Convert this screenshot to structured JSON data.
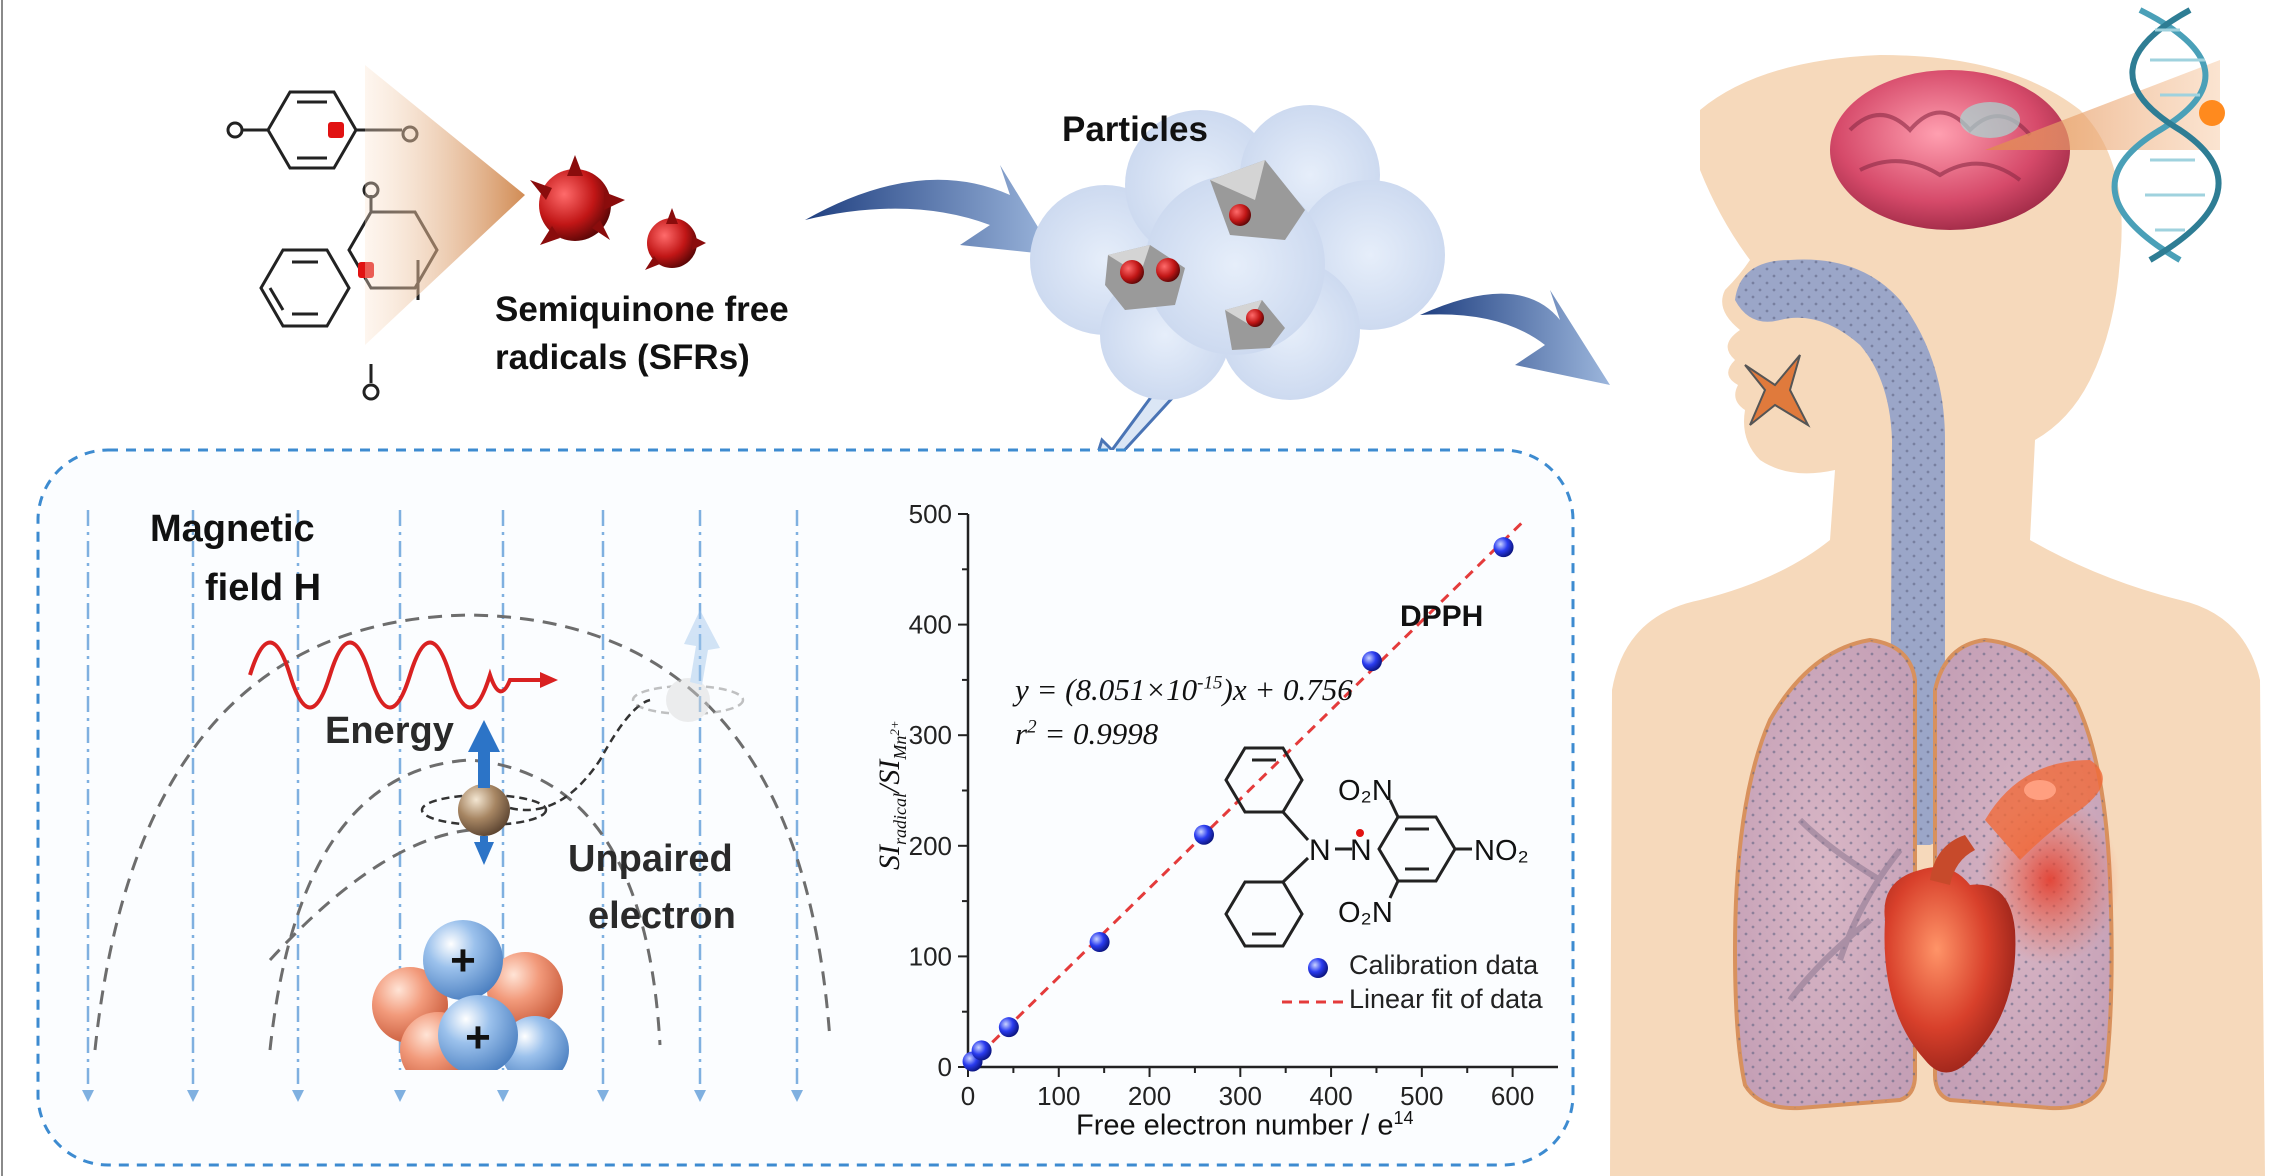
{
  "labels": {
    "sfr_line1": "Semiquinone free",
    "sfr_line2": "radicals (SFRs)",
    "particles": "Particles",
    "magnetic_line1": "Magnetic",
    "magnetic_line2": "field H",
    "energy": "Energy",
    "unpaired_line1": "Unpaired",
    "unpaired_line2": "electron",
    "o2n_top": "O₂N",
    "no2_right": "NO₂",
    "o2n_bottom": "O₂N",
    "n_atom_1": "N",
    "n_atom_2": "N"
  },
  "chart_data": {
    "type": "scatter",
    "xlabel": "Free electron number / e",
    "xlabel_exp": "14",
    "ylabel": "SI",
    "ylabel_sub1": "radical",
    "ylabel_sep": "/SI",
    "ylabel_sub2": "Mn",
    "ylabel_sup": "2+",
    "xlim": [
      0,
      650
    ],
    "ylim": [
      0,
      500
    ],
    "xticks": [
      "0",
      "100",
      "200",
      "300",
      "400",
      "500",
      "600"
    ],
    "yticks": [
      "0",
      "100",
      "200",
      "300",
      "400",
      "500"
    ],
    "series": [
      {
        "name": "Calibration data",
        "x": [
          5,
          15,
          45,
          145,
          260,
          445,
          590
        ],
        "y": [
          5,
          15,
          36,
          113,
          210,
          367,
          470
        ]
      },
      {
        "name": "Linear fit of data",
        "x": [
          0,
          610
        ],
        "y": [
          0.756,
          491.9
        ]
      }
    ],
    "annotations": {
      "eq_main": "y = (8.051×10",
      "eq_exp": "-15",
      "eq_tail": ")x + 0.756",
      "r2_base": "r",
      "r2_exp": "2",
      "r2_tail": " = 0.9998",
      "dpph": "DPPH"
    },
    "legend_placement": "bottom-right",
    "grid": false
  },
  "colors": {
    "dashed_border": "#3d8bd0",
    "fit_line": "#e43b3b",
    "points": "#1c2cd8",
    "skin": "#f6d9bb",
    "airway": "#9ba6c8",
    "arrow": "#4c6eab"
  }
}
